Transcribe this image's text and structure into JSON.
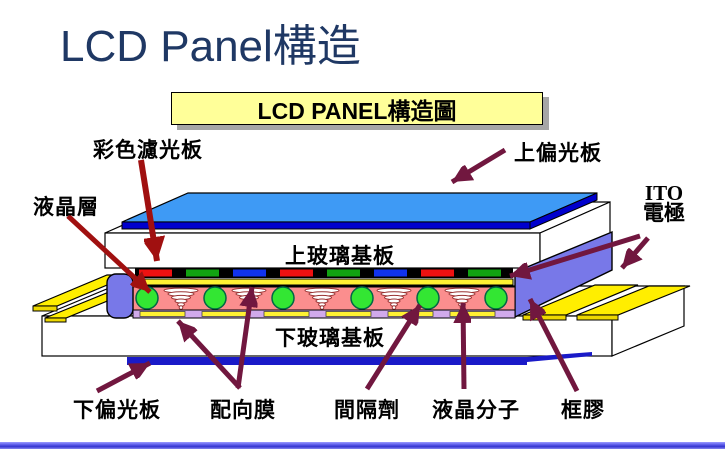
{
  "slide": {
    "title": "LCD Panel構造",
    "banner": "LCD PANEL構造圖"
  },
  "diagram_texts": {
    "upper_glass": "上玻璃基板",
    "lower_glass": "下玻璃基板"
  },
  "callouts": {
    "color_filter": "彩色濾光板",
    "lc_layer": "液晶層",
    "top_polarizer": "上偏光板",
    "ito_line1": "ITO",
    "ito_line2": "電極",
    "bottom_polarizer": "下偏光板",
    "alignment_film": "配向膜",
    "spacer": "間隔劑",
    "lc_molecule": "液晶分子",
    "sealant": "框膠"
  },
  "colors": {
    "title_text": "#1F3864",
    "banner_bg": "#FFFF99",
    "banner_shadow": "#A6A6A6",
    "polarizer_blue": "#3E9AF5",
    "polarizer_edge": "#0000CD",
    "filter_red": "#EE1111",
    "filter_green": "#12A312",
    "filter_blue": "#1133EE",
    "ito_yellow": "#FFF133",
    "lc_pink": "#FB8E8E",
    "alignment_lavender": "#D0AAEB",
    "spacer_green": "#33E633",
    "sealant_purple": "#7878E8",
    "bottom_polarizer_blue": "#1A1AC8",
    "arrow_red": "#A01010",
    "arrow_maroon": "#71173F",
    "divider_blue": "#3434D0"
  }
}
